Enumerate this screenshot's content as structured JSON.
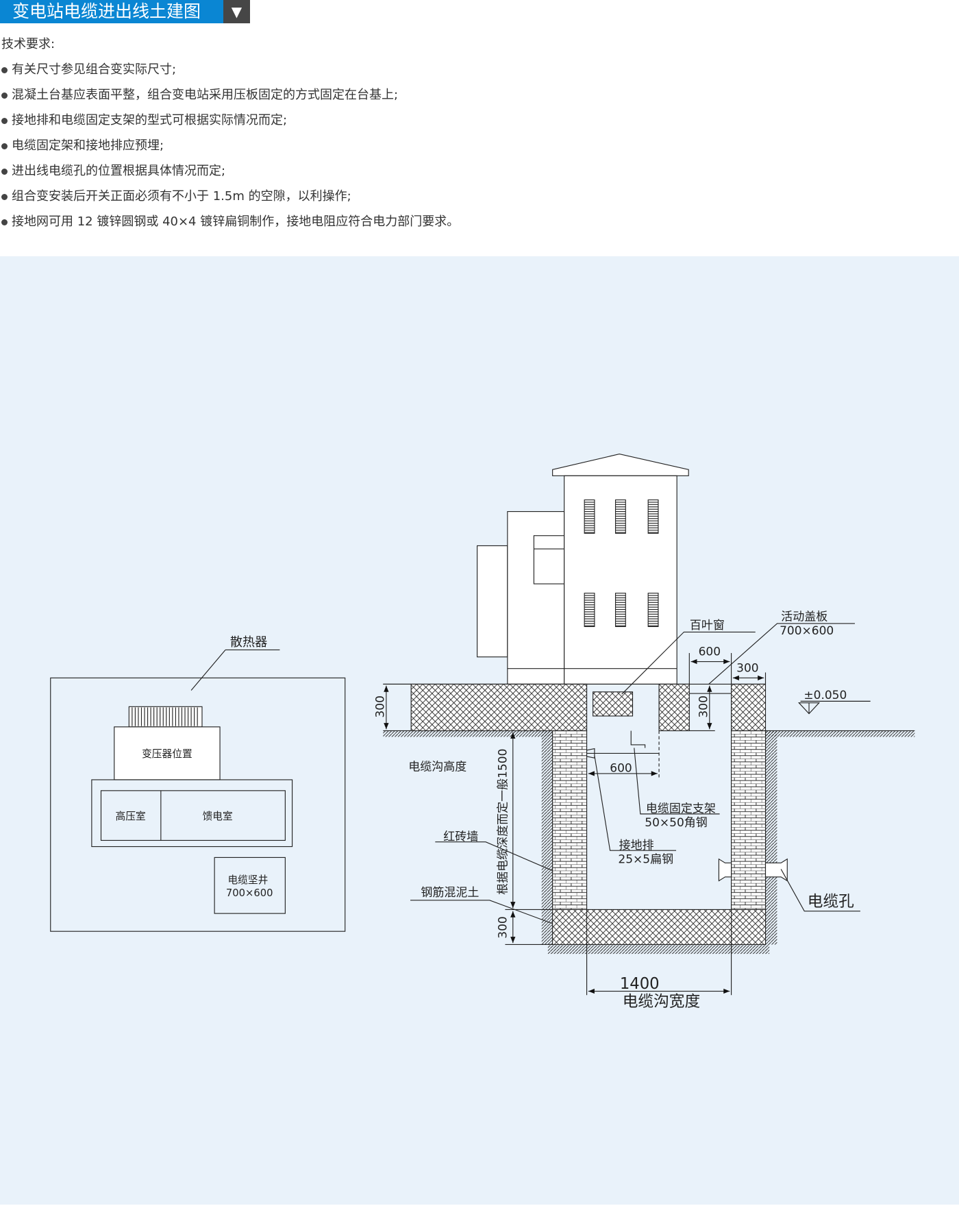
{
  "header": {
    "title": "变电站电缆进出线土建图",
    "dropdown_icon": "triangle-down-icon",
    "dropdown_glyph": "▼"
  },
  "requirements": {
    "heading": "技术要求:",
    "items": [
      "有关尺寸参见组合变实际尺寸;",
      "混凝土台基应表面平整，组合变电站采用压板固定的方式固定在台基上;",
      "接地排和电缆固定支架的型式可根据实际情况而定;",
      "电缆固定架和接地排应预埋;",
      "进出线电缆孔的位置根据具体情况而定;",
      "组合变安装后开关正面必须有不小于 1.5m 的空隙，以利操作;",
      "接地网可用 12 镀锌圆钢或 40×4 镀锌扁铜制作，接地电阻应符合电力部门要求。"
    ]
  },
  "plan": {
    "radiator": "散热器",
    "transformer": "变压器位置",
    "hv_room": "高压室",
    "feeder_room": "馈电室",
    "cable_shaft": "电缆坚井",
    "cable_shaft_size": "700×600"
  },
  "section": {
    "louver": "百叶窗",
    "cover": "活动盖板",
    "cover_size": "700×600",
    "dim_600_top": "600",
    "dim_300_top": "300",
    "dim_300_left": "300",
    "dim_300_mid": "300",
    "level": "±0.050",
    "trench_height": "电缆沟高度",
    "depth_note": "根据电缆深度而定一般1500",
    "dim_300_bottom": "300",
    "dim_600_inner": "600",
    "bracket": "电缆固定支架",
    "bracket_spec": "50×50角钢",
    "ground_bar": "接地排",
    "ground_bar_spec": "25×5扁钢",
    "brick_wall": "红砖墙",
    "concrete": "钢筋混泥土",
    "cable_hole": "电缆孔",
    "width_value": "1400",
    "width_label": "电缆沟宽度"
  }
}
